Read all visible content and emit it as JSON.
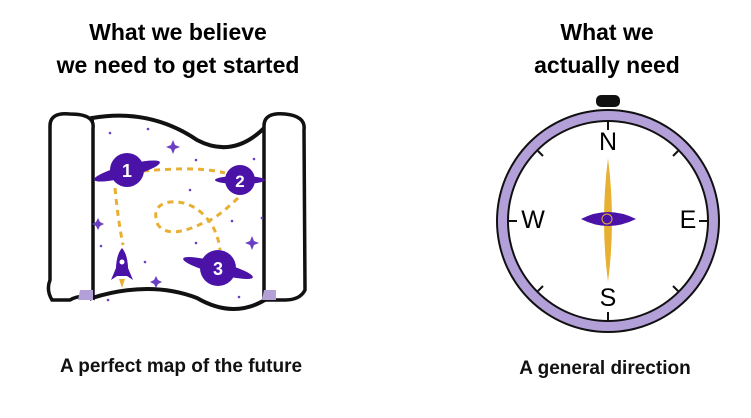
{
  "left": {
    "title_line1": "What we believe",
    "title_line2": "we need to get started",
    "caption": "A perfect map of the future",
    "planets": [
      "1",
      "2",
      "3"
    ]
  },
  "right": {
    "title_line1": "What we",
    "title_line2": "actually need",
    "caption": "A general direction",
    "directions": {
      "n": "N",
      "e": "E",
      "s": "S",
      "w": "W"
    }
  },
  "colors": {
    "purple": "#4a12a6",
    "gold": "#e8b032",
    "lavender": "#b3a0d9"
  }
}
